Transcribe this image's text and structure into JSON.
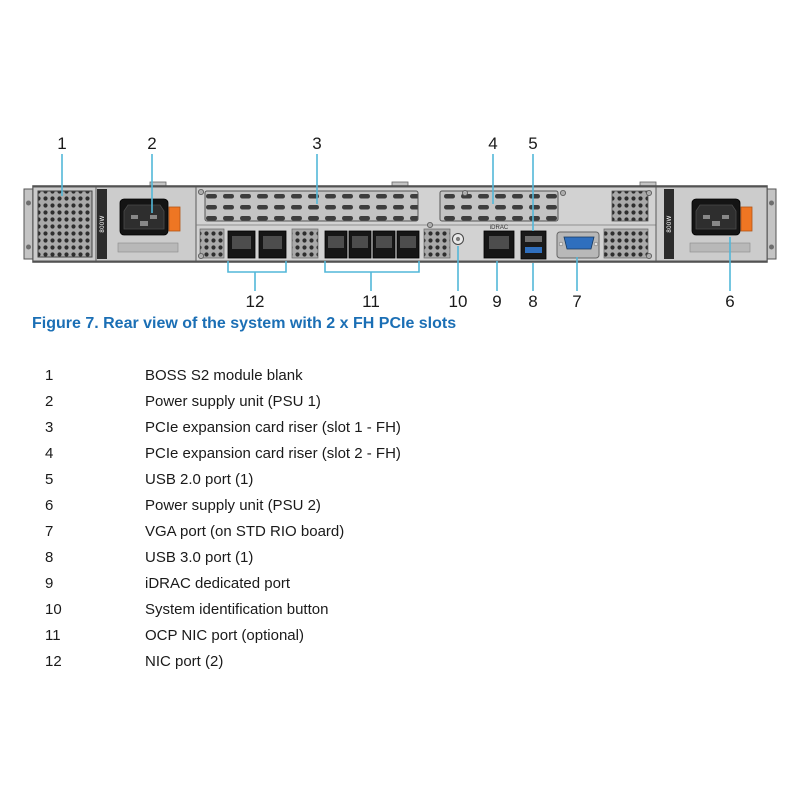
{
  "figure": {
    "caption": "Figure 7. Rear view of the system with 2 x FH PCIe slots"
  },
  "colors": {
    "caption_blue": "#1b6fb5",
    "leader_blue": "#52b7d8",
    "psu_orange": "#ee7623",
    "vga_blue": "#2f6fbe"
  },
  "callouts_top": [
    {
      "n": "1"
    },
    {
      "n": "2"
    },
    {
      "n": "3"
    },
    {
      "n": "4"
    },
    {
      "n": "5"
    }
  ],
  "callouts_bottom": [
    {
      "n": "12"
    },
    {
      "n": "11"
    },
    {
      "n": "10"
    },
    {
      "n": "9"
    },
    {
      "n": "8"
    },
    {
      "n": "7"
    },
    {
      "n": "6"
    }
  ],
  "labels": {
    "psu1_wattage": "800W",
    "psu2_wattage": "800W",
    "idrac": "iDRAC"
  },
  "legend": [
    {
      "n": "1",
      "label": "BOSS S2 module blank"
    },
    {
      "n": "2",
      "label": "Power supply unit (PSU 1)"
    },
    {
      "n": "3",
      "label": "PCIe expansion card riser (slot 1 - FH)"
    },
    {
      "n": "4",
      "label": "PCIe expansion card riser (slot 2 - FH)"
    },
    {
      "n": "5",
      "label": "USB 2.0 port (1)"
    },
    {
      "n": "6",
      "label": "Power supply unit (PSU 2)"
    },
    {
      "n": "7",
      "label": "VGA port (on STD RIO board)"
    },
    {
      "n": "8",
      "label": "USB 3.0 port (1)"
    },
    {
      "n": "9",
      "label": "iDRAC dedicated port"
    },
    {
      "n": "10",
      "label": "System identification button"
    },
    {
      "n": "11",
      "label": "OCP NIC port (optional)"
    },
    {
      "n": "12",
      "label": "NIC port (2)"
    }
  ]
}
